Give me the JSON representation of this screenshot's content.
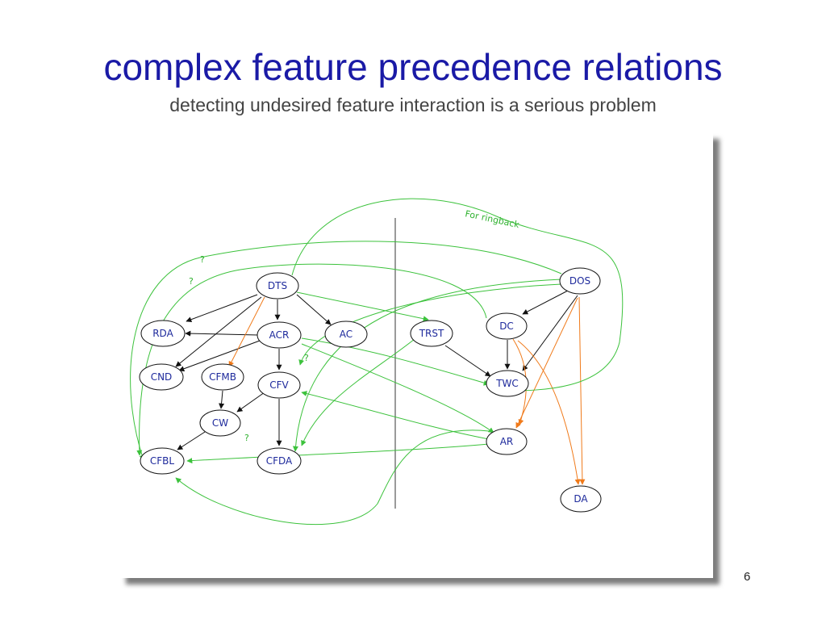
{
  "title": "complex feature precedence relations",
  "subtitle": "detecting undesired feature interaction is a serious problem",
  "page_number": "6",
  "colors": {
    "title": "#1a1aa6",
    "node_text": "#1e2a9c",
    "black_edge": "#111111",
    "orange_edge": "#f07a1a",
    "green_edge": "#3cc23c",
    "divider": "#9a9a9a"
  },
  "diagram": {
    "nodes": [
      {
        "id": "DTS",
        "label": "DTS"
      },
      {
        "id": "RDA",
        "label": "RDA"
      },
      {
        "id": "ACR",
        "label": "ACR"
      },
      {
        "id": "AC",
        "label": "AC"
      },
      {
        "id": "CND",
        "label": "CND"
      },
      {
        "id": "CFMB",
        "label": "CFMB"
      },
      {
        "id": "CFV",
        "label": "CFV"
      },
      {
        "id": "CW",
        "label": "CW"
      },
      {
        "id": "CFBL",
        "label": "CFBL"
      },
      {
        "id": "CFDA",
        "label": "CFDA"
      },
      {
        "id": "TRST",
        "label": "TRST"
      },
      {
        "id": "DOS",
        "label": "DOS"
      },
      {
        "id": "DC",
        "label": "DC"
      },
      {
        "id": "TWC",
        "label": "TWC"
      },
      {
        "id": "AR",
        "label": "AR"
      },
      {
        "id": "DA",
        "label": "DA"
      }
    ],
    "annotations": {
      "ringback": "For ringback",
      "q1": "?",
      "q2": "?",
      "q3": "?",
      "q4": "?"
    }
  }
}
